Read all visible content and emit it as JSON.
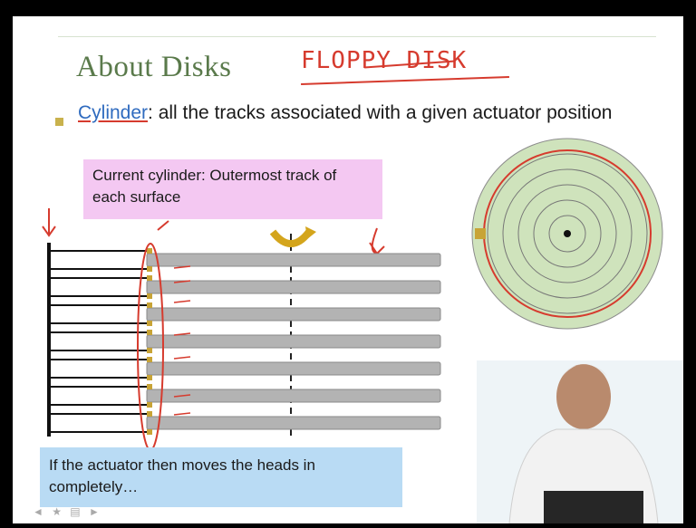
{
  "slide": {
    "title": "About Disks",
    "handwritten_annotation": "FLOPPY DISK",
    "bullet": {
      "term": "Cylinder",
      "text": ": all the tracks associated with a given actuator position"
    },
    "callout_top": "Current cylinder: Outermost track of each surface",
    "callout_bottom": "If the actuator then moves the heads in completely…",
    "platter_count": 7
  },
  "colors": {
    "title": "#5a7a4b",
    "annotation": "#d63b2e",
    "term": "#2f6bbf",
    "pink_callout": "#f4c8f2",
    "blue_callout": "#b9dbf4",
    "platter": "#b3b3b3",
    "disk_face": "#cfe3bc",
    "head": "#c8a436"
  },
  "icons": {
    "bullet": "square-bullet-icon",
    "nav": "slide-nav-icons"
  }
}
